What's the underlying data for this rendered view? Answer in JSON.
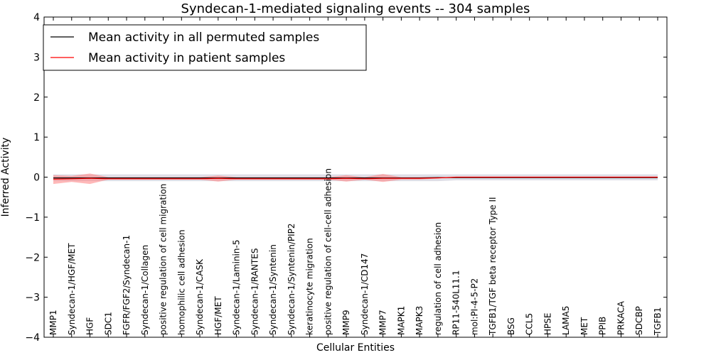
{
  "chart_data": {
    "type": "line",
    "title": "Syndecan-1-mediated signaling events -- 304 samples",
    "xlabel": "Cellular Entities",
    "ylabel": "Inferred Activity",
    "ylim": [
      -4,
      4
    ],
    "yticks": [
      -4,
      -3,
      -2,
      -1,
      0,
      1,
      2,
      3,
      4
    ],
    "ytick_labels": [
      "−4",
      "−3",
      "−2",
      "−1",
      "0",
      "1",
      "2",
      "3",
      "4"
    ],
    "grid": false,
    "legend_position": "top-left",
    "categories": [
      "MMP1",
      "Syndecan-1/HGF/MET",
      "HGF",
      "SDC1",
      "FGFR/FGF2/Syndecan-1",
      "Syndecan-1/Collagen",
      "positive regulation of cell migration",
      "homophilic cell adhesion",
      "Syndecan-1/CASK",
      "HGF/MET",
      "Syndecan-1/Laminin-5",
      "Syndecan-1/RANTES",
      "Syndecan-1/Syntenin",
      "Syndecan-1/Syntenin/PIP2",
      "keratinocyte migration",
      "positive regulation of cell-cell adhesion",
      "MMP9",
      "Syndecan-1/CD147",
      "MMP7",
      "MAPK1",
      "MAPK3",
      "regulation of cell adhesion",
      "RP11-540L11.1",
      "mol:PI-4-5-P2",
      "TGFB1/TGF beta receptor Type II",
      "BSG",
      "CCL5",
      "HPSE",
      "LAMA5",
      "MET",
      "PPIB",
      "PRKACA",
      "SDCBP",
      "TGFB1"
    ],
    "series": [
      {
        "name": "Mean activity in all permuted samples",
        "color": "#000000",
        "band_color": "#c8c8d6",
        "values": [
          -0.02,
          -0.02,
          -0.02,
          -0.02,
          -0.02,
          -0.02,
          -0.02,
          -0.02,
          -0.02,
          -0.02,
          -0.02,
          -0.02,
          -0.02,
          -0.02,
          -0.02,
          -0.02,
          -0.02,
          -0.02,
          -0.02,
          -0.02,
          -0.02,
          -0.01,
          -0.01,
          -0.01,
          -0.01,
          -0.01,
          -0.01,
          -0.01,
          -0.01,
          -0.01,
          -0.01,
          -0.01,
          -0.01,
          -0.01
        ],
        "band_lower": [
          -0.1,
          -0.1,
          -0.1,
          -0.1,
          -0.1,
          -0.1,
          -0.1,
          -0.1,
          -0.1,
          -0.1,
          -0.1,
          -0.1,
          -0.1,
          -0.1,
          -0.1,
          -0.1,
          -0.1,
          -0.1,
          -0.1,
          -0.1,
          -0.1,
          -0.1,
          -0.08,
          -0.08,
          -0.08,
          -0.08,
          -0.08,
          -0.08,
          -0.08,
          -0.08,
          -0.08,
          -0.08,
          -0.08,
          -0.08
        ],
        "band_upper": [
          0.07,
          0.07,
          0.07,
          0.07,
          0.07,
          0.07,
          0.07,
          0.07,
          0.07,
          0.07,
          0.07,
          0.07,
          0.07,
          0.07,
          0.07,
          0.07,
          0.07,
          0.07,
          0.07,
          0.07,
          0.07,
          0.07,
          0.07,
          0.07,
          0.07,
          0.07,
          0.07,
          0.07,
          0.07,
          0.07,
          0.07,
          0.07,
          0.07,
          0.07
        ]
      },
      {
        "name": "Mean activity in patient samples",
        "color": "#ff0000",
        "band_color": "#ff8080",
        "values": [
          -0.05,
          -0.04,
          -0.03,
          -0.04,
          -0.04,
          -0.04,
          -0.04,
          -0.04,
          -0.04,
          -0.03,
          -0.04,
          -0.04,
          -0.04,
          -0.04,
          -0.04,
          -0.04,
          -0.03,
          -0.04,
          -0.03,
          -0.03,
          -0.03,
          -0.02,
          0.0,
          0.0,
          0.0,
          0.0,
          0.0,
          0.0,
          0.0,
          0.0,
          0.0,
          0.0,
          0.0,
          0.0
        ],
        "band_lower": [
          -0.17,
          -0.12,
          -0.17,
          -0.06,
          -0.06,
          -0.06,
          -0.06,
          -0.06,
          -0.06,
          -0.11,
          -0.06,
          -0.06,
          -0.06,
          -0.06,
          -0.06,
          -0.06,
          -0.11,
          -0.06,
          -0.12,
          -0.06,
          -0.06,
          -0.03,
          0.0,
          0.0,
          0.0,
          0.0,
          0.0,
          0.0,
          0.0,
          0.0,
          0.0,
          0.0,
          0.0,
          0.0
        ],
        "band_upper": [
          0.05,
          0.03,
          0.09,
          0.0,
          0.0,
          0.0,
          0.0,
          0.0,
          0.0,
          0.04,
          0.0,
          0.0,
          0.0,
          0.0,
          0.0,
          0.0,
          0.05,
          0.0,
          0.08,
          0.0,
          0.0,
          0.0,
          0.0,
          0.0,
          0.0,
          0.0,
          0.0,
          0.0,
          0.0,
          0.0,
          0.0,
          0.0,
          0.0,
          0.0
        ]
      }
    ]
  }
}
